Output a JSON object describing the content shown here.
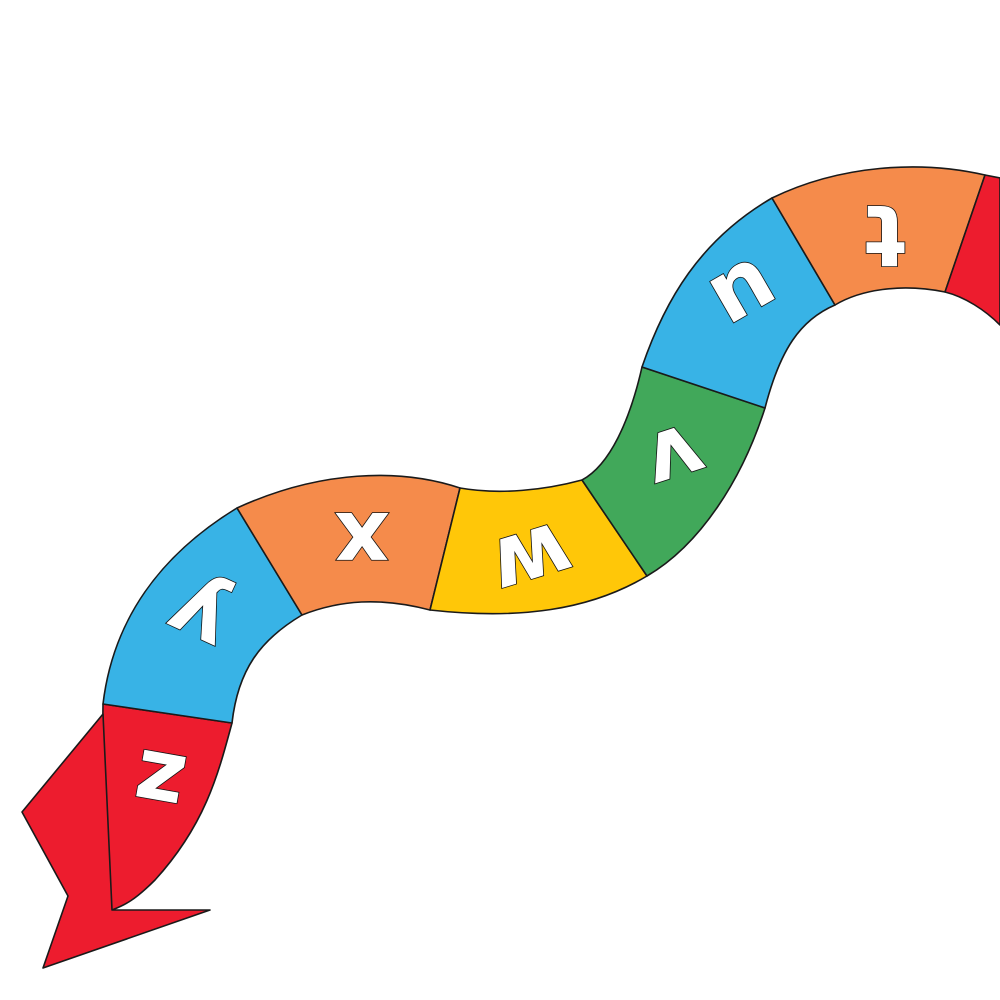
{
  "segments": [
    {
      "letter": "z",
      "color": "#ED1C2E"
    },
    {
      "letter": "y",
      "color": "#38B3E6"
    },
    {
      "letter": "x",
      "color": "#F58B4B"
    },
    {
      "letter": "w",
      "color": "#FFC708"
    },
    {
      "letter": "v",
      "color": "#41A85A"
    },
    {
      "letter": "u",
      "color": "#38B3E6"
    },
    {
      "letter": "t",
      "color": "#F58B4B"
    },
    {
      "letter": "",
      "color": "#ED1C2E"
    }
  ],
  "arrow_color": "#ED1C2E"
}
